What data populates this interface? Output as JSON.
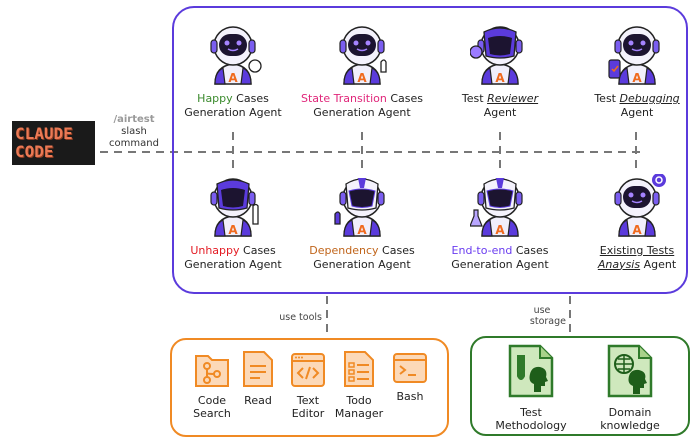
{
  "source": {
    "logo_lines": [
      "CLAUDE",
      "CODE"
    ],
    "command_name": "/airtest",
    "command_desc": [
      "slash",
      "command"
    ]
  },
  "agents": [
    {
      "highlight": "Happy",
      "highlight_color": "#3a8a2c",
      "rest": " Cases",
      "line2": "Generation Agent",
      "robot": "robot-fist-icon"
    },
    {
      "highlight": "State Transition",
      "highlight_color": "#e0267a",
      "rest": " Cases",
      "line2": "Generation Agent",
      "robot": "robot-thumbs-up-icon"
    },
    {
      "prefix": "Test ",
      "emph": "Reviewer",
      "line2": "Agent",
      "robot": "robot-lightbulb-icon"
    },
    {
      "prefix": "Test ",
      "emph": "Debugging",
      "line2": "Agent",
      "robot": "robot-phone-check-icon"
    },
    {
      "highlight": "Unhappy",
      "highlight_color": "#e31b23",
      "rest": " Cases",
      "line2": "Generation Agent",
      "robot": "robot-finger-up-icon"
    },
    {
      "highlight": "Dependency",
      "highlight_color": "#c0641a",
      "rest": " Cases",
      "line2": "Generation Agent",
      "robot": "robot-helmet-thumbs-up-icon"
    },
    {
      "highlight": "End-to-end",
      "highlight_color": "#6a3cf0",
      "rest": " Cases",
      "line2": "Generation Agent",
      "robot": "robot-flask-icon"
    },
    {
      "line1_underlined": "Existing Tests",
      "emph": "Anaysis",
      "line2_rest": " Agent",
      "robot": "robot-gear-icon"
    }
  ],
  "connectors": {
    "tools_label": "use tools",
    "storage_label": [
      "use",
      "storage"
    ]
  },
  "tools": [
    {
      "label": [
        "Code",
        "Search"
      ],
      "icon": "code-search-icon"
    },
    {
      "label": [
        "Read"
      ],
      "icon": "read-document-icon"
    },
    {
      "label": [
        "Text",
        "Editor"
      ],
      "icon": "text-editor-icon"
    },
    {
      "label": [
        "Todo",
        "Manager"
      ],
      "icon": "todo-manager-icon"
    },
    {
      "label": [
        "Bash"
      ],
      "icon": "bash-terminal-icon"
    }
  ],
  "storage": [
    {
      "label": [
        "Test",
        "Methodology"
      ],
      "icon": "test-methodology-icon"
    },
    {
      "label": [
        "Domain",
        "knowledge"
      ],
      "icon": "domain-knowledge-icon"
    }
  ],
  "colors": {
    "agents_border": "#5b3bdc",
    "tools_border": "#f08a24",
    "storage_border": "#2f7a2a",
    "robot_purple": "#5b3bdc",
    "robot_accent": "#f06a1e"
  }
}
